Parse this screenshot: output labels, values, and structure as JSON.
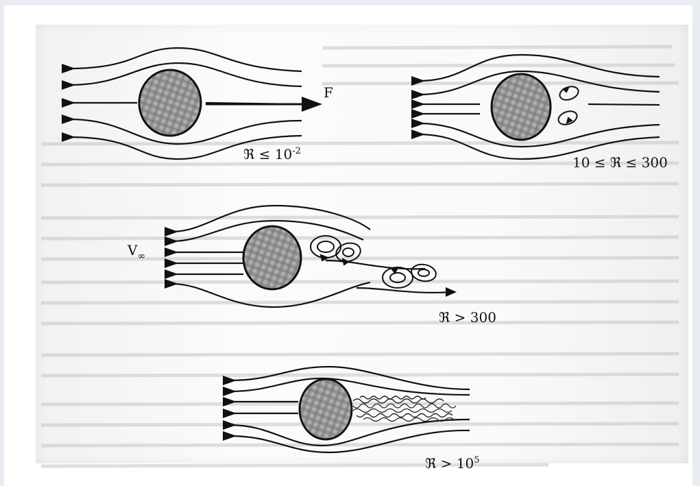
{
  "panels": [
    {
      "id": "stokes",
      "regime_label": "ℜ ≤ 10",
      "regime_exp": "-2",
      "force_label": "F"
    },
    {
      "id": "vortex-pair",
      "regime_label": "10 ≤ ℜ ≤ 300"
    },
    {
      "id": "vortex-street",
      "regime_label": "ℜ > 300",
      "velocity_label": "V",
      "velocity_sub": "∞"
    },
    {
      "id": "turbulent-wake",
      "regime_label": "ℜ > 10",
      "regime_exp": "5"
    }
  ],
  "colors": {
    "ink": "#111111",
    "sphere_fill": "#9a9a9a",
    "bleed_text": "#b8b8b8"
  }
}
